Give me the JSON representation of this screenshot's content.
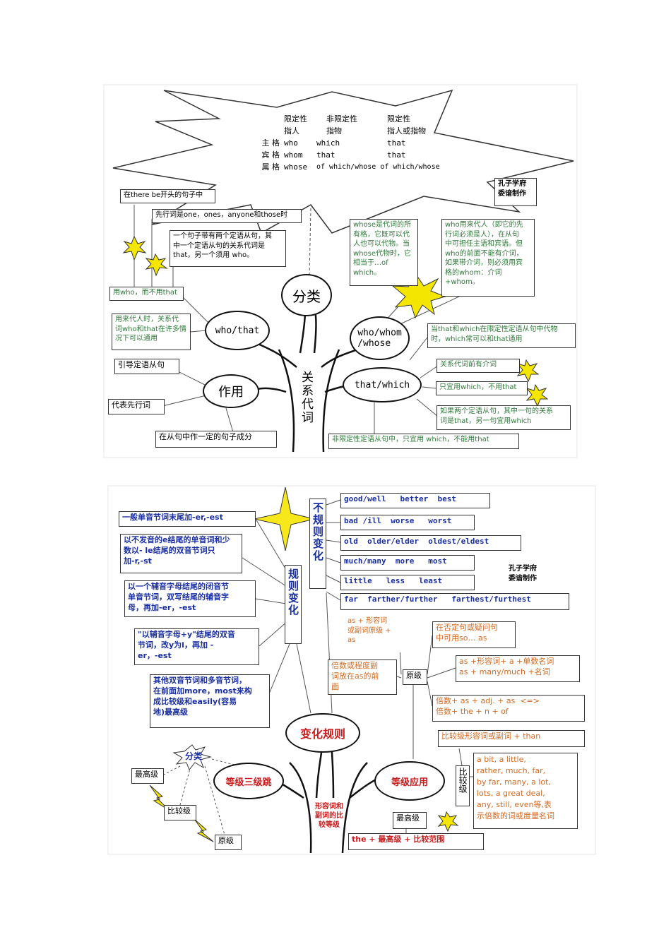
{
  "top": {
    "star_table": {
      "header": [
        "限定性",
        "非限定性",
        "限定性"
      ],
      "subheader": [
        "指人",
        "指物",
        "指人或指物"
      ],
      "rows": [
        {
          "case": "主 格",
          "c1": "who",
          "c2": "which",
          "c3": "that"
        },
        {
          "case": "宾 格",
          "c1": "whom",
          "c2": "that",
          "c3": "that"
        },
        {
          "case": "属 格",
          "c1": "whose",
          "c2": "of which/whose",
          "c3": "of which/whose"
        }
      ]
    },
    "watermark": "孔子学府\n委谙制作",
    "center_node": "分类",
    "trunk_label": "关系代词",
    "node_who_that": "who/that",
    "node_who_whom": "who/whom\n/whose",
    "node_that_which": "that/which",
    "node_function": "作用",
    "left_notes": {
      "there_be": "在there be开头的句子中",
      "antecedent": "先行词是one，ones，anyone和those时",
      "two_clauses": "一个句子带有两个定语从句，其\n中一个定语从句的关系代词是\nthat，另一个须用 who。",
      "use_who": "用who，而不用that",
      "person": "用来代人时，关系代\n词who和that在许多情\n况下可以通用"
    },
    "right_notes": {
      "whose": "whose是代词的所\n有格，它既可以代\n人也可以代物。当\nwhose代物时，它\n相当于…of\nwhich。",
      "who_person": "who用来代人（即它的先\n行词必须是人），在从句\n中可担任主语和宾语。但\nwho的前面不能有介词，\n如果带介词，则必须用宾\n格的whom：介词\n+whom。",
      "that_which_common": "当that和which在限定性定语从句中代物\n时，which常可以和that通用",
      "prep": "关系代词前有介词",
      "only_which": "只宜用which，不用that",
      "two_clauses_which": "如果两个定语从句，其中一句的关系\n词是that，另一句宜用which",
      "non_restrictive": "非限定性定语从句中，只宜用 which，不能用that"
    },
    "function_notes": {
      "introduce": "引导定语从句",
      "replace": "代表先行词",
      "role": "在从句中作一定的句子成分"
    }
  },
  "bottom": {
    "watermark": "孔子学府\n委谙制作",
    "center_node": "变化规则",
    "irregular_label": "不规则变化",
    "regular_label": "规则变化",
    "irregular_rows": [
      "good/well   better  best",
      "bad /ill  worse   worst",
      "old  older/elder  oldest/eldest",
      "much/many  more   most",
      "little   less   least",
      "far  farther/further   farthest/furthest"
    ],
    "regular_rules": [
      "一般单音节词末尾加-er,-est",
      "以不发音的e结尾的单音词和少\n数以- le结尾的双音节词只\n加-r,-st",
      "以一个辅音字母结尾的闭音节\n单音节词，双写结尾的辅音字\n母，再加-er，-est",
      "\"以辅音字母+y\"结尾的双音\n节词，改y为i，再加 -\ner，-est",
      "其他双音节词和多音节词，\n在前面加more，most来构\n成比较级和easily(容易\n地)最高级"
    ],
    "category_node": "分类",
    "degrees": [
      "最高级",
      "比较级",
      "原级"
    ],
    "three_degrees": "等级三级跳",
    "application": "等级应用",
    "trunk_label": "形容词和副词的比较等级",
    "positive": {
      "label": "原级",
      "as_adj": "as + 形容词\n或副词原级 +\nas",
      "multiple": "倍数或程度副\n词放在as的前\n面",
      "negative": "在否定句或疑问句\n中可用so… as",
      "as_a": "as +形容词+ a +单数名词\nas + many/much +名词",
      "times": "倍数+ as + adj. + as  <=>\n倍数+ the + n + of"
    },
    "comparative": {
      "label": "比较级",
      "than": "比较级形容词或副词 + than",
      "modifiers": "a bit, a little,\nrather, much, far,\nby far, many, a lot,\nlots, a great deal,\nany, still, even等,表\n示倍数的词或度量名词"
    },
    "superlative": {
      "label": "最高级",
      "the": "the + 最高级 + 比较范围"
    }
  }
}
